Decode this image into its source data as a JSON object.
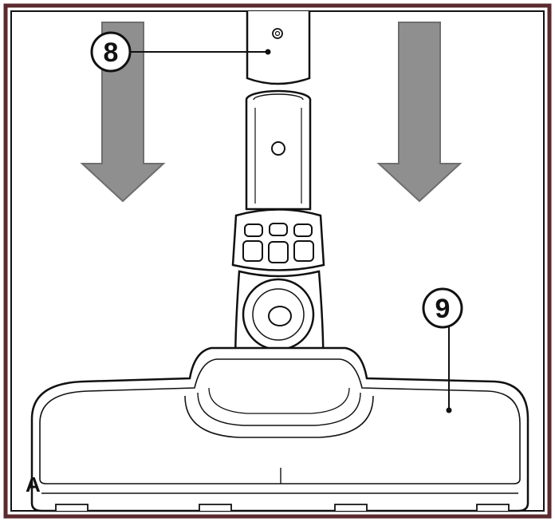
{
  "diagram": {
    "callouts": [
      {
        "id": "tube",
        "label": "8"
      },
      {
        "id": "floor-nozzle",
        "label": "9"
      }
    ],
    "panel_label": "A",
    "colors": {
      "frame": "#5a2a2e",
      "arrow_fill": "#8f8f8f",
      "arrow_stroke": "#6e6e6e",
      "line": "#111111"
    }
  }
}
